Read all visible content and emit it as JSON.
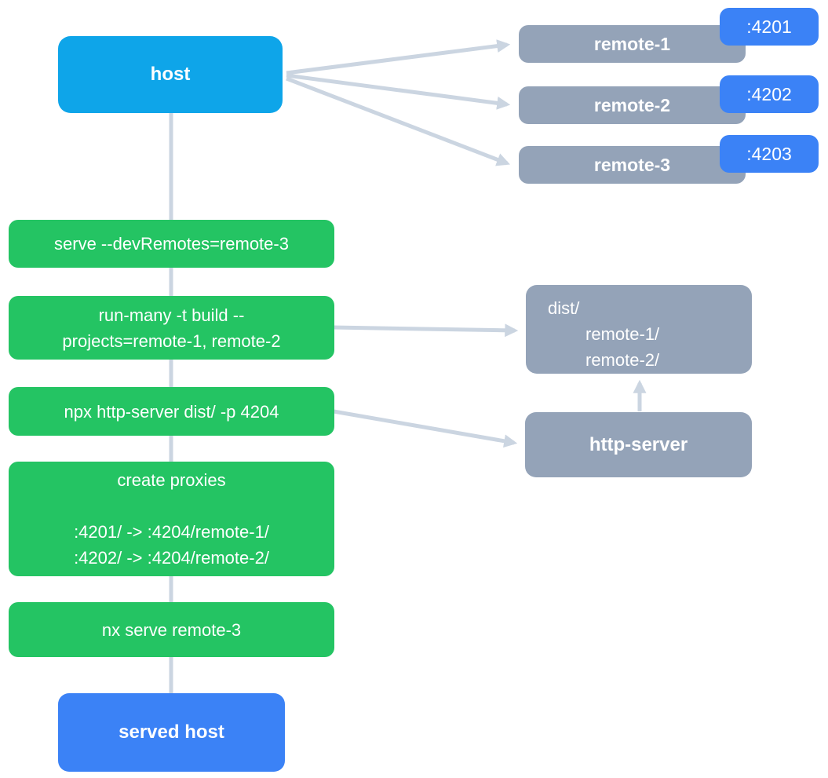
{
  "colors": {
    "host_blue": "#0ea5e9",
    "port_blue": "#3b82f6",
    "remote_gray": "#94a3b8",
    "step_green": "#24c463",
    "connector_gray": "#cbd5e1",
    "text_white": "#ffffff"
  },
  "host": {
    "label": "host"
  },
  "remotes": [
    {
      "label": "remote-1",
      "port": ":4201"
    },
    {
      "label": "remote-2",
      "port": ":4202"
    },
    {
      "label": "remote-3",
      "port": ":4203"
    }
  ],
  "steps": [
    {
      "lines": [
        "serve --devRemotes=remote-3"
      ]
    },
    {
      "lines": [
        "run-many -t build --",
        "projects=remote-1, remote-2"
      ]
    },
    {
      "lines": [
        "npx http-server dist/ -p 4204"
      ]
    },
    {
      "lines": [
        "create proxies",
        "",
        ":4201/ -> :4204/remote-1/",
        ":4202/ -> :4204/remote-2/"
      ]
    },
    {
      "lines": [
        "nx serve remote-3"
      ]
    }
  ],
  "dist": {
    "lines": [
      "dist/",
      "remote-1/",
      "remote-2/"
    ]
  },
  "http_server": {
    "label": "http-server"
  },
  "served_host": {
    "label": "served host"
  }
}
